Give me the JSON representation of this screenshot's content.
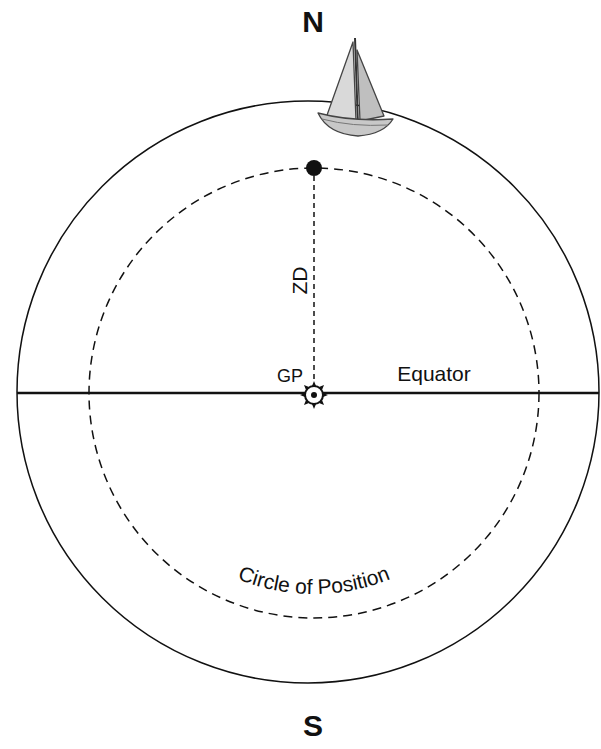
{
  "diagram": {
    "labels": [
      "N",
      "ZD",
      "GP",
      "Equator",
      "Circle of Position",
      "S"
    ]
  }
}
